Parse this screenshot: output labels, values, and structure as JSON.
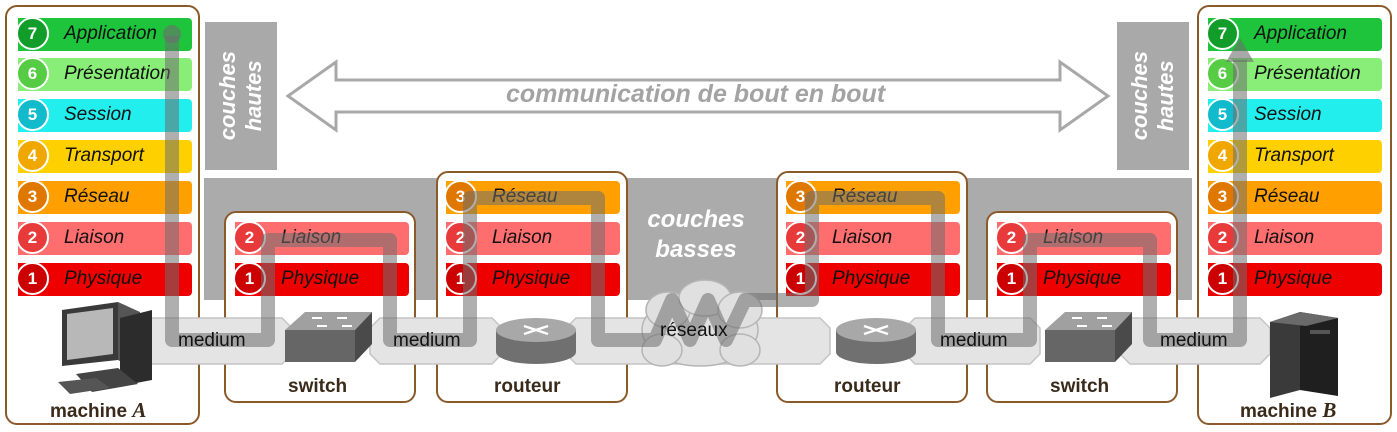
{
  "colors": {
    "l7": "#1ec43c",
    "l7c": "#129c2a",
    "l6": "#88ee77",
    "l6c": "#55cc44",
    "l5": "#22eeee",
    "l5c": "#11bbcc",
    "l4": "#ffd000",
    "l4c": "#f0a800",
    "l3": "#ff9f00",
    "l3c": "#e07800",
    "l2": "#ff6e6e",
    "l2c": "#e83a3a",
    "l1": "#ee0000",
    "l1c": "#cc0000"
  },
  "layers": {
    "l7": {
      "num": "7",
      "label": "Application"
    },
    "l6": {
      "num": "6",
      "label": "Présentation"
    },
    "l5": {
      "num": "5",
      "label": "Session"
    },
    "l4": {
      "num": "4",
      "label": "Transport"
    },
    "l3": {
      "num": "3",
      "label": "Réseau"
    },
    "l2": {
      "num": "2",
      "label": "Liaison"
    },
    "l1": {
      "num": "1",
      "label": "Physique"
    }
  },
  "labels": {
    "couches_hautes": "couches\nhautes",
    "couches_basses_1": "couches",
    "couches_basses_2": "basses",
    "communication": "communication de bout en bout",
    "medium": "medium",
    "reseaux": "réseaux",
    "switch": "switch",
    "routeur": "routeur",
    "machine_a_prefix": "machine ",
    "machine_a_letter": "A",
    "machine_b_prefix": "machine ",
    "machine_b_letter": "B"
  }
}
